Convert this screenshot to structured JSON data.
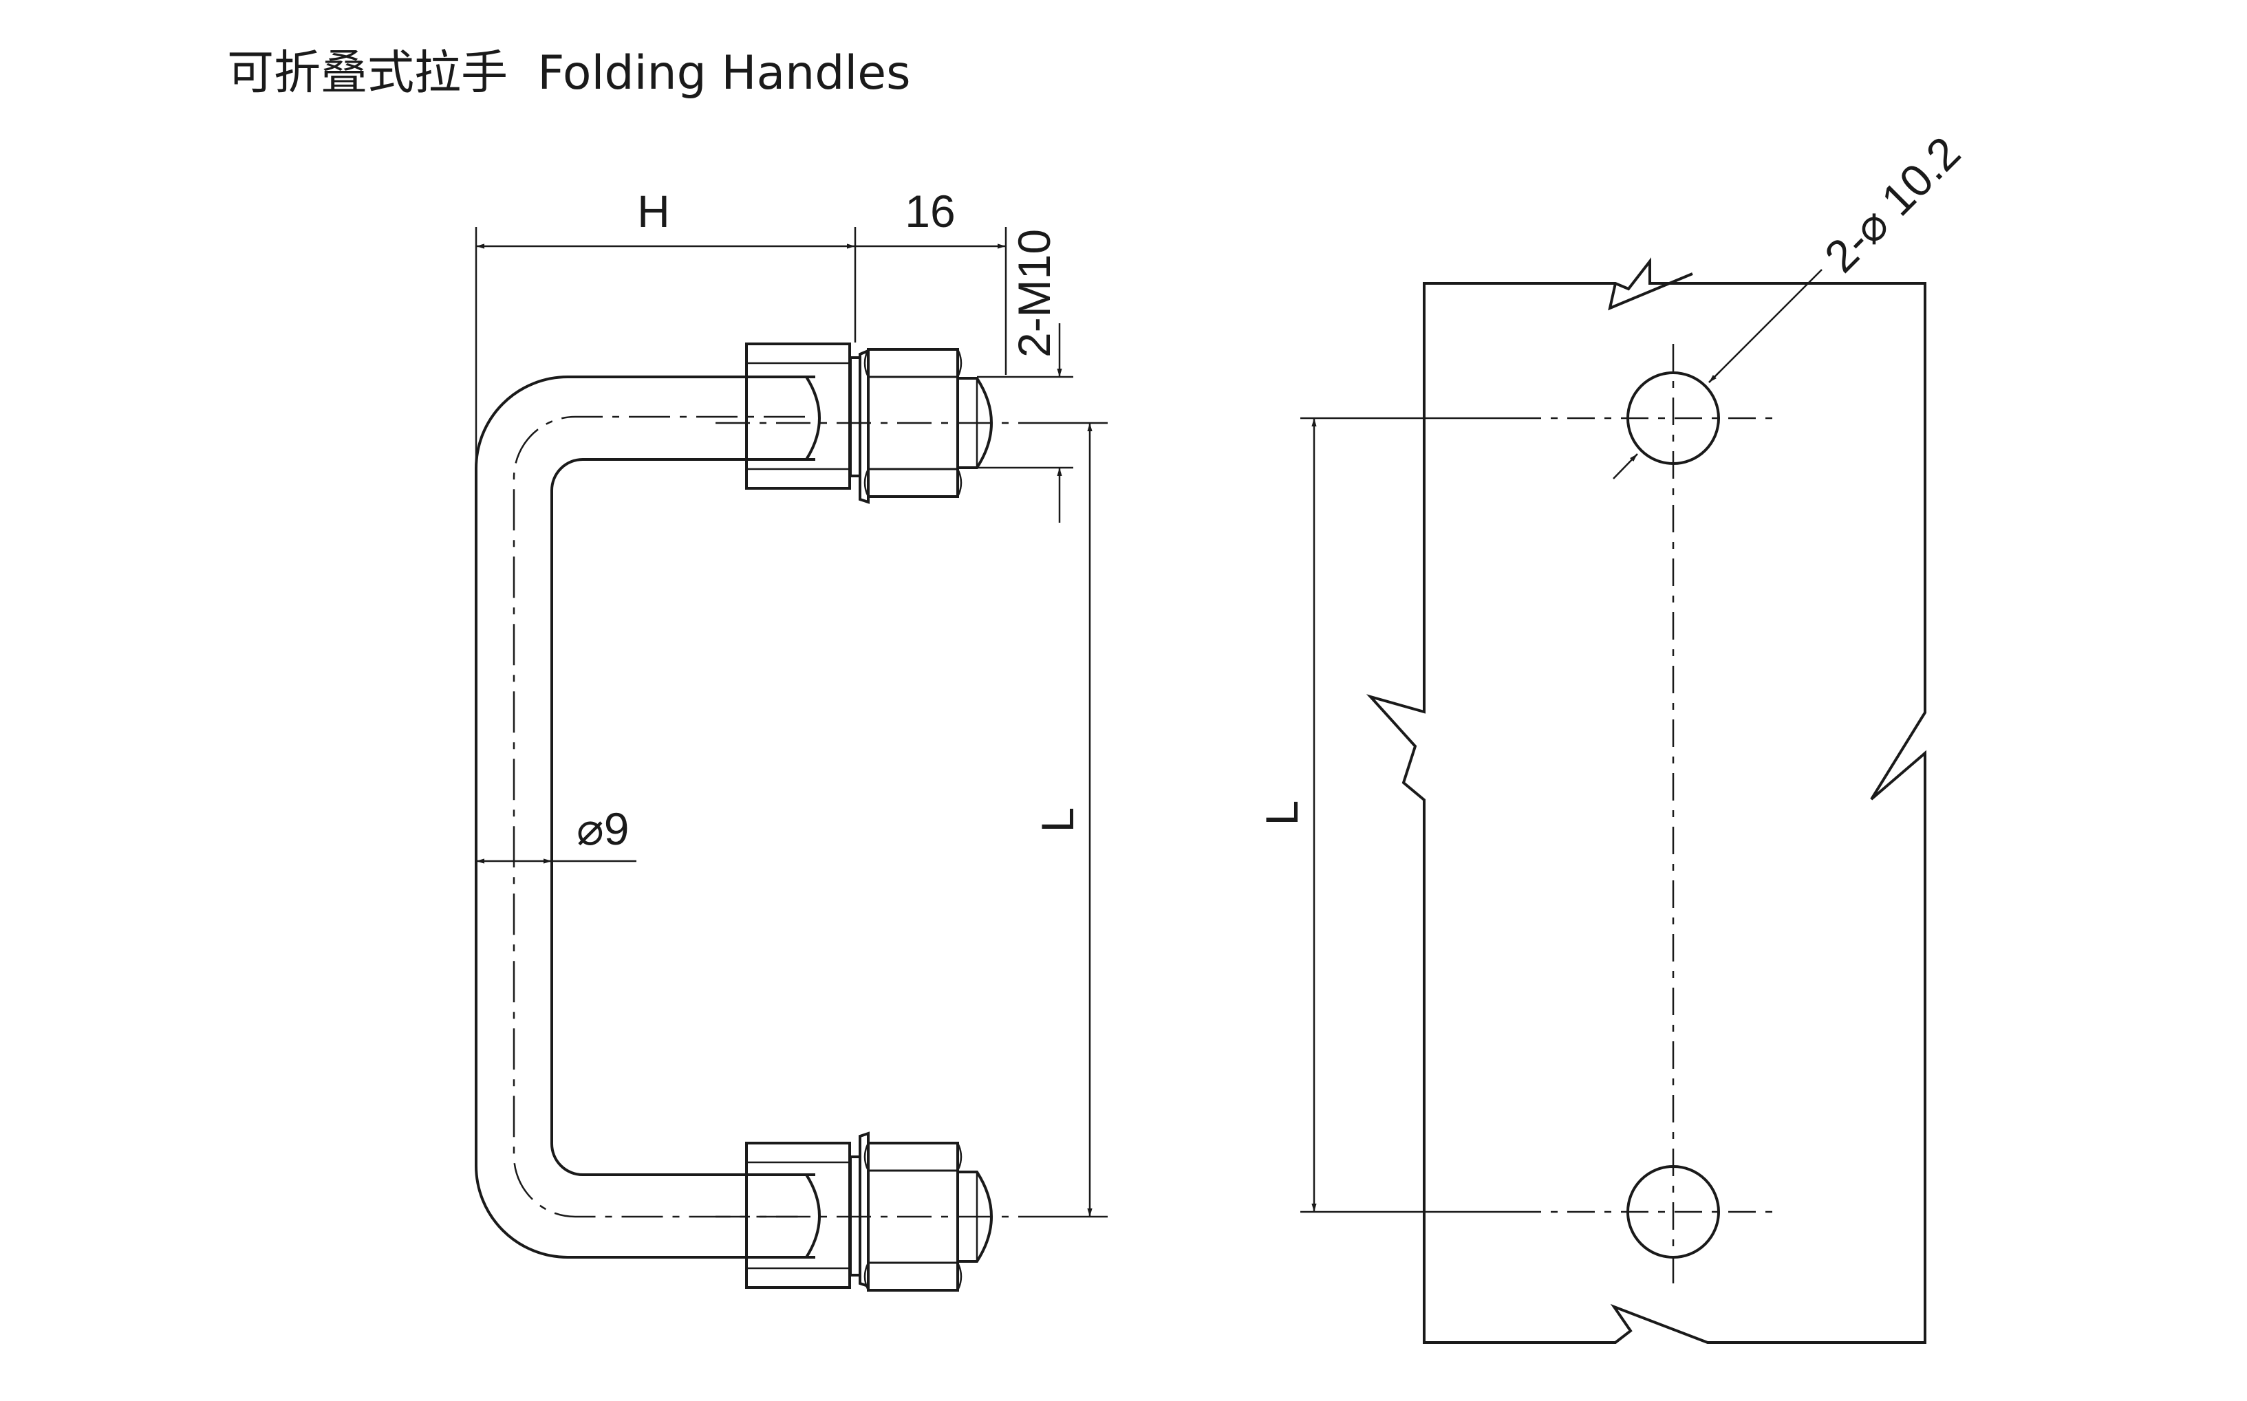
{
  "title": "可折叠式拉手  Folding Handles",
  "side_view": {
    "dim_h": "H",
    "dim_16": "16",
    "dim_thread": "2-M10",
    "dim_rod": "⌀9",
    "dim_l": "L"
  },
  "plate_view": {
    "dim_hole": "2-⌀ 10.2",
    "dim_l": "L"
  },
  "colors": {
    "line": "#1a1a1a",
    "background": "#ffffff"
  }
}
